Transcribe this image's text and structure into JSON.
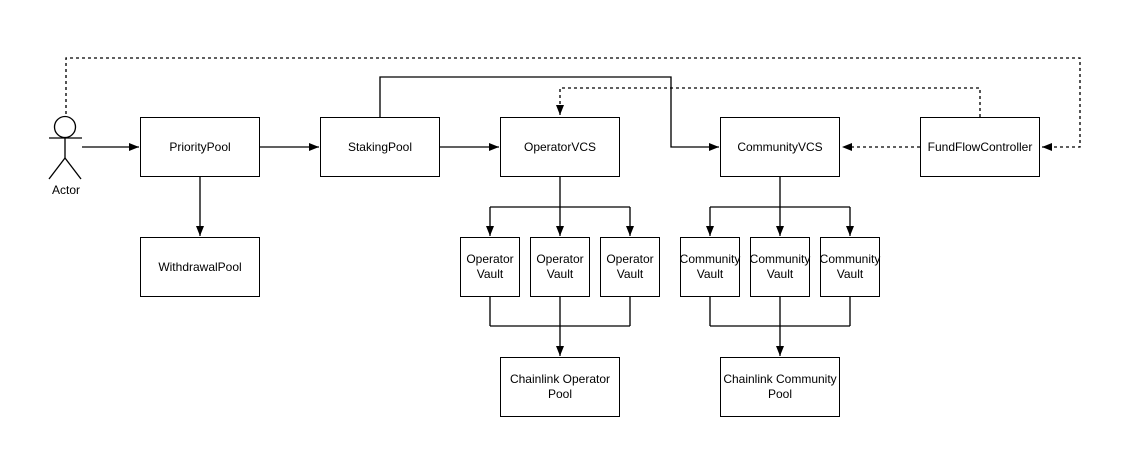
{
  "diagram": {
    "background_color": "#ffffff",
    "line_color": "#000000",
    "text_color": "#000000",
    "actor": {
      "label": "Actor"
    },
    "nodes": {
      "priority_pool": {
        "label": "PriorityPool"
      },
      "staking_pool": {
        "label": "StakingPool"
      },
      "operator_vcs": {
        "label": "OperatorVCS"
      },
      "community_vcs": {
        "label": "CommunityVCS"
      },
      "fund_flow_controller": {
        "label": "FundFlowController"
      },
      "withdrawal_pool": {
        "label": "WithdrawalPool"
      },
      "operator_vault_1": {
        "label": "Operator Vault"
      },
      "operator_vault_2": {
        "label": "Operator Vault"
      },
      "operator_vault_3": {
        "label": "Operator Vault"
      },
      "community_vault_1": {
        "label": "Community Vault"
      },
      "community_vault_2": {
        "label": "Community Vault"
      },
      "community_vault_3": {
        "label": "Community Vault"
      },
      "chainlink_operator_pool": {
        "label": "Chainlink Operator Pool"
      },
      "chainlink_community_pool": {
        "label": "Chainlink Community Pool"
      }
    },
    "edges": [
      {
        "from": "Actor",
        "to": "PriorityPool",
        "style": "solid"
      },
      {
        "from": "PriorityPool",
        "to": "StakingPool",
        "style": "solid"
      },
      {
        "from": "PriorityPool",
        "to": "WithdrawalPool",
        "style": "solid"
      },
      {
        "from": "StakingPool",
        "to": "OperatorVCS",
        "style": "solid"
      },
      {
        "from": "StakingPool",
        "to": "CommunityVCS",
        "style": "solid"
      },
      {
        "from": "OperatorVCS",
        "to": "Operator Vault 1",
        "style": "solid"
      },
      {
        "from": "OperatorVCS",
        "to": "Operator Vault 2",
        "style": "solid"
      },
      {
        "from": "OperatorVCS",
        "to": "Operator Vault 3",
        "style": "solid"
      },
      {
        "from": "Operator Vaults",
        "to": "Chainlink Operator Pool",
        "style": "solid"
      },
      {
        "from": "CommunityVCS",
        "to": "Community Vault 1",
        "style": "solid"
      },
      {
        "from": "CommunityVCS",
        "to": "Community Vault 2",
        "style": "solid"
      },
      {
        "from": "CommunityVCS",
        "to": "Community Vault 3",
        "style": "solid"
      },
      {
        "from": "Community Vaults",
        "to": "Chainlink Community Pool",
        "style": "solid"
      },
      {
        "from": "Actor",
        "to": "FundFlowController",
        "style": "dashed"
      },
      {
        "from": "FundFlowController",
        "to": "OperatorVCS",
        "style": "dashed"
      },
      {
        "from": "FundFlowController",
        "to": "CommunityVCS",
        "style": "dashed"
      }
    ]
  }
}
